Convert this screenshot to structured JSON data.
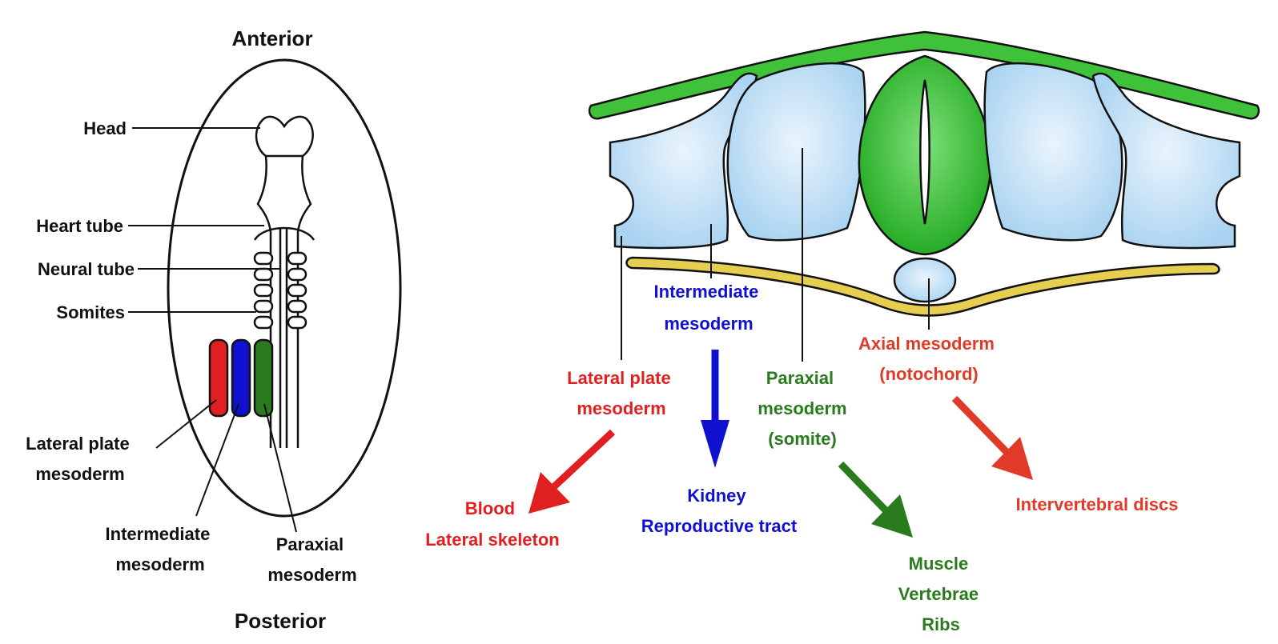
{
  "left_panel": {
    "anterior": "Anterior",
    "posterior": "Posterior",
    "head": "Head",
    "heart_tube": "Heart tube",
    "neural_tube": "Neural tube",
    "somites": "Somites",
    "lateral_plate": [
      "Lateral plate",
      "mesoderm"
    ],
    "intermediate": [
      "Intermediate",
      "mesoderm"
    ],
    "paraxial": [
      "Paraxial",
      "mesoderm"
    ]
  },
  "right_panel": {
    "intermediate": [
      "Intermediate",
      "mesoderm"
    ],
    "lateral_plate": [
      "Lateral plate",
      "mesoderm"
    ],
    "paraxial": [
      "Paraxial",
      "mesoderm",
      "(somite)"
    ],
    "axial": [
      "Axial mesoderm",
      "(notochord)"
    ],
    "derivatives": {
      "lateral_plate": [
        "Blood",
        "Lateral skeleton"
      ],
      "intermediate": [
        "Kidney",
        "Reproductive tract"
      ],
      "paraxial": [
        "Muscle",
        "Vertebrae",
        "Ribs"
      ],
      "axial": [
        "Intervertebral discs"
      ]
    }
  },
  "colors": {
    "lateral_plate": "#e02020",
    "intermediate": "#1010d0",
    "paraxial": "#2a7a1e",
    "axial": "#e03a28",
    "ectoderm_green": "#3fc23a",
    "endoderm_yellow": "#e6cf50",
    "mesoderm_blue": "#cfe6f7"
  }
}
